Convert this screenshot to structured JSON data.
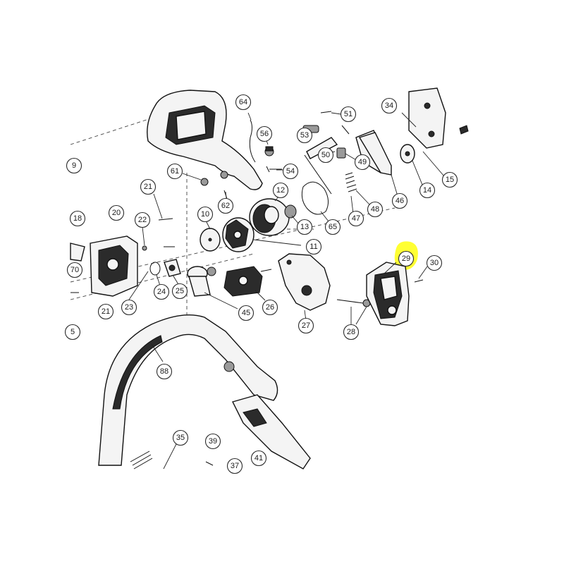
{
  "highlight_color": "#ffff33",
  "highlighted_part": "29",
  "callouts": [
    "64",
    "56",
    "53",
    "51",
    "34",
    "9",
    "61",
    "54",
    "50",
    "49",
    "62",
    "12",
    "13",
    "65",
    "47",
    "48",
    "46",
    "14",
    "15",
    "21",
    "18",
    "22",
    "20",
    "10",
    "11",
    "70",
    "24",
    "23",
    "25",
    "45",
    "26",
    "27",
    "28",
    "29",
    "30",
    "5",
    "88",
    "35",
    "39",
    "37",
    "41"
  ]
}
